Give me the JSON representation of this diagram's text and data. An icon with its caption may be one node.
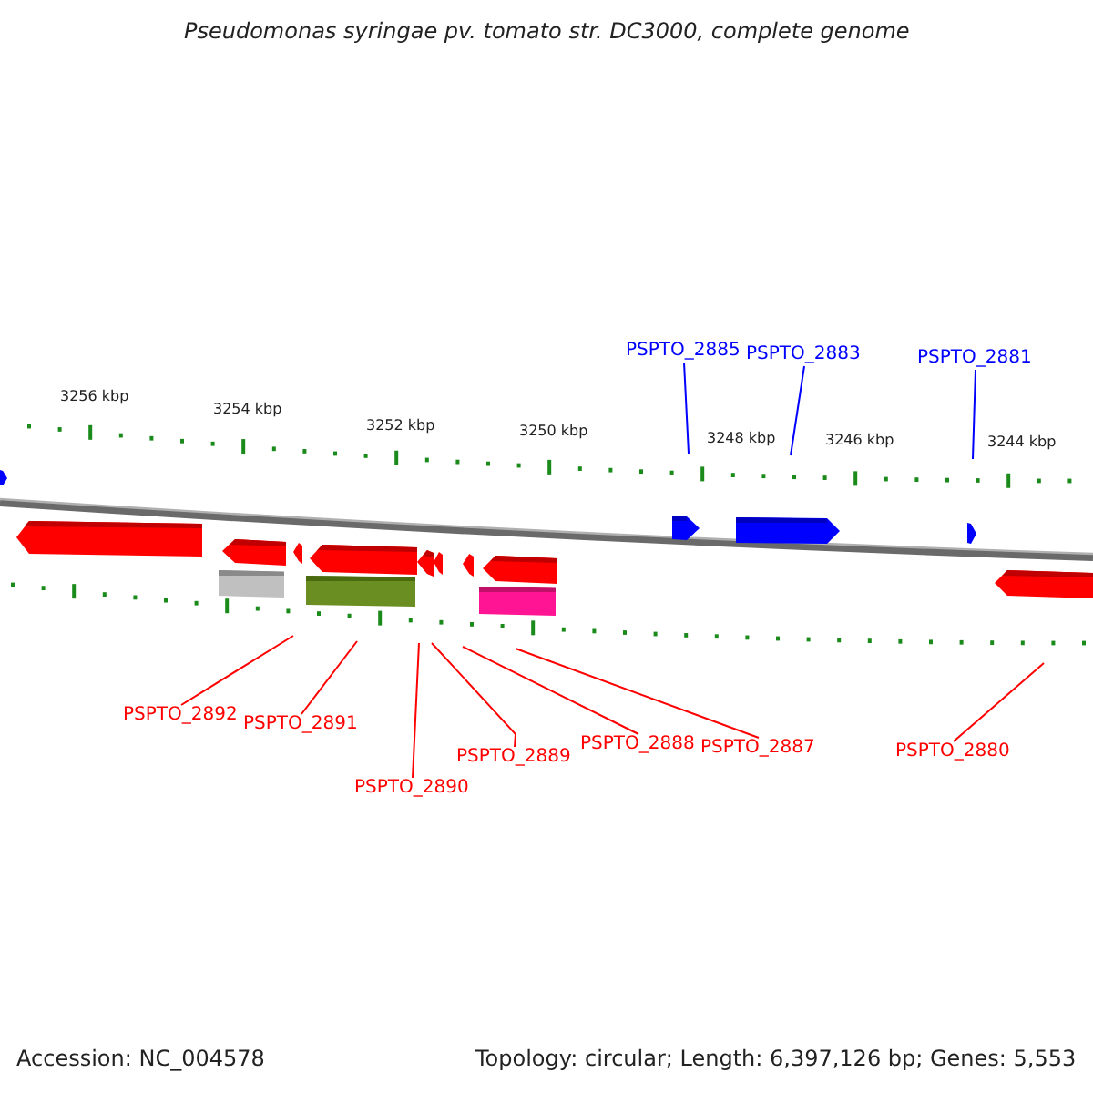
{
  "diagram": {
    "title": "Pseudomonas syringae pv. tomato str. DC3000, complete genome",
    "nodes": [
      {
        "text": [
          "PSPTO_2885"
        ]
      },
      {
        "text": [
          "PSPTO_2883"
        ]
      },
      {
        "text": [
          "PSPTO_2881"
        ]
      },
      {
        "text": [
          "PSPTO_2892"
        ]
      },
      {
        "text": [
          "PSPTO_2891"
        ]
      },
      {
        "text": [
          "PSPTO_2890"
        ]
      },
      {
        "text": [
          "PSPTO_2889"
        ]
      },
      {
        "text": [
          "PSPTO_2888"
        ]
      },
      {
        "text": [
          "PSPTO_2887"
        ]
      },
      {
        "text": [
          "PSPTO_2880"
        ]
      }
    ],
    "edges": [
      {
        "from": 0,
        "to": null,
        "arrow": "none",
        "color": "#0000ff"
      },
      {
        "from": 1,
        "to": null,
        "arrow": "none",
        "color": "#0000ff"
      },
      {
        "from": 2,
        "to": null,
        "arrow": "none",
        "color": "#0000ff"
      },
      {
        "from": 3,
        "to": null,
        "arrow": "none"
      },
      {
        "from": 4,
        "to": null,
        "arrow": "none"
      },
      {
        "from": 5,
        "to": null,
        "arrow": "none"
      },
      {
        "from": 6,
        "to": null,
        "arrow": "none"
      },
      {
        "from": 7,
        "to": null,
        "arrow": "none"
      },
      {
        "from": 8,
        "to": null,
        "arrow": "none"
      },
      {
        "from": 9,
        "to": null,
        "arrow": "none"
      }
    ],
    "labels": [
      "3256 kbp",
      "3254 kbp",
      "3252 kbp",
      "3250 kbp",
      "3248 kbp",
      "3246 kbp",
      "3244 kbp",
      "Accession: NC_004578",
      "Topology: circular; Length: 6,397,126 bp; Genes: 5,553"
    ]
  }
}
